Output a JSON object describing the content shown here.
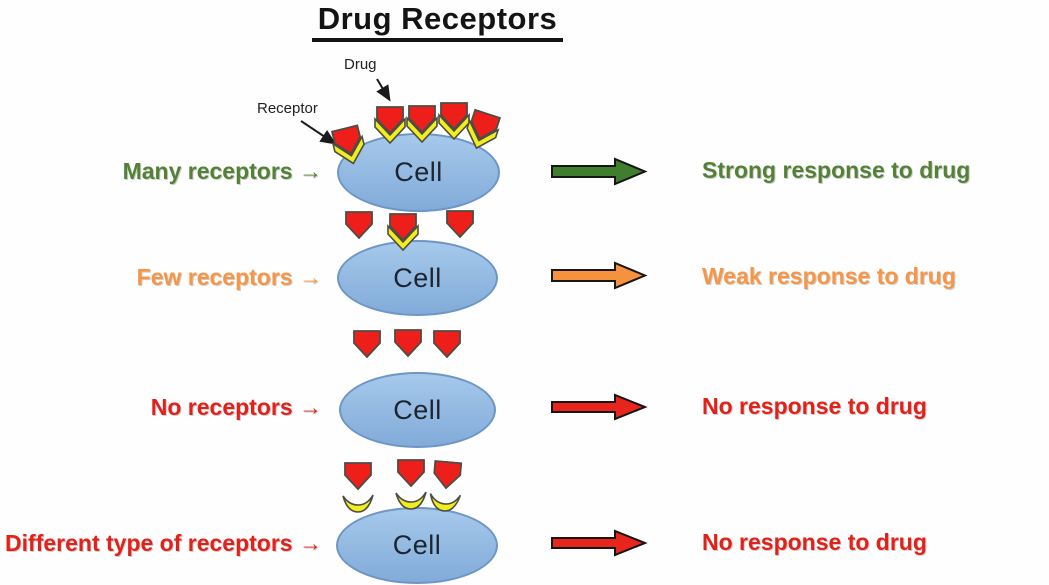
{
  "title": "Drug Receptors",
  "annotations": {
    "drug": "Drug",
    "receptor": "Receptor"
  },
  "cell_label": "Cell",
  "rows": [
    {
      "label": "Many receptors →",
      "response": "Strong response to drug",
      "color_key": "green"
    },
    {
      "label": "Few receptors →",
      "response": "Weak response to drug",
      "color_key": "orange"
    },
    {
      "label": "No receptors →",
      "response": "No response to drug",
      "color_key": "red"
    },
    {
      "label": "Different type of receptors →",
      "response": "No response to drug",
      "color_key": "red"
    }
  ],
  "colors": {
    "title_color": "#141414",
    "annotation_color": "#222222",
    "green_text": "#538135",
    "green_arrow": "#3f7e2d",
    "orange_text": "#f79646",
    "orange_arrow": "#f6913d",
    "red_text": "#e32119",
    "red_arrow": "#e8251c",
    "cell_fill_top": "#a6c9eb",
    "cell_fill_bottom": "#82abd9",
    "cell_border": "#6d96c6",
    "cell_text": "#1c2430",
    "drug_fill": "#ee1f1a",
    "receptor_fill": "#f2ee1e",
    "outline": "#4d4d45",
    "arrow_outline": "#161616"
  }
}
